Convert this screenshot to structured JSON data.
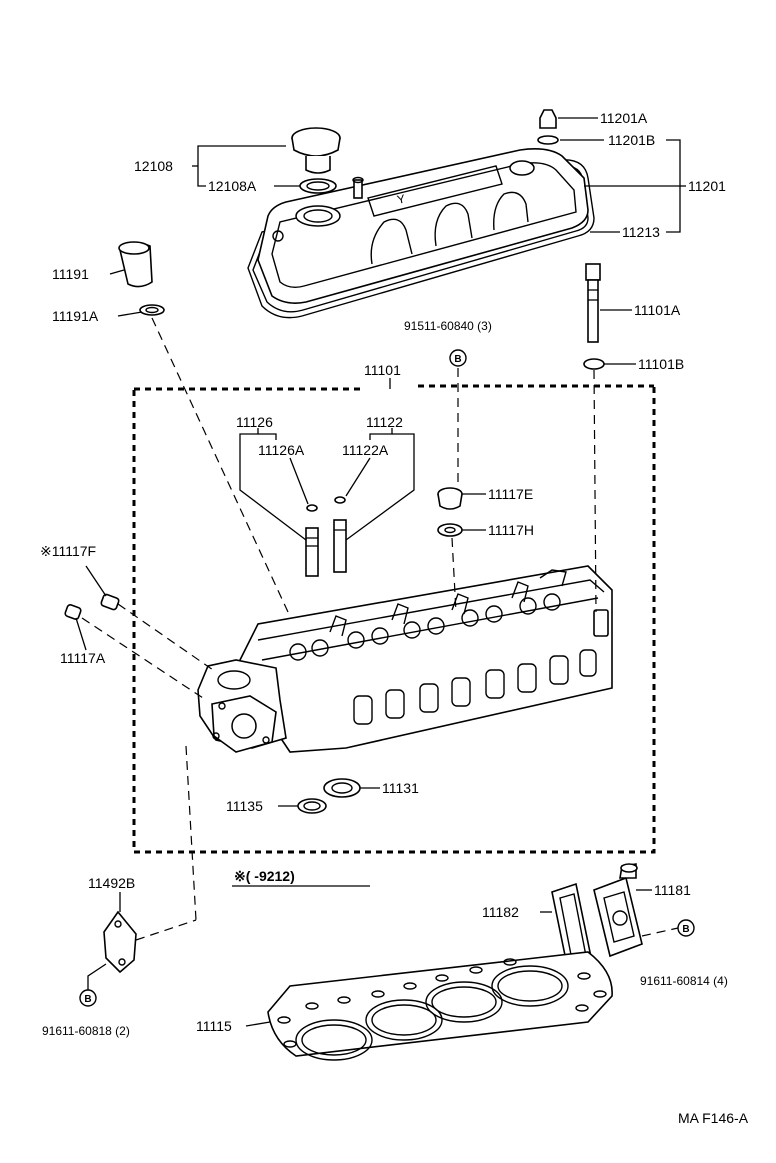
{
  "diagram_code": "MA F146-A",
  "note_text": "※(    -9212)",
  "labels": {
    "p11201A": "11201A",
    "p11201B": "11201B",
    "p11201": "11201",
    "p11213": "11213",
    "p12108": "12108",
    "p12108A": "12108A",
    "p11191": "11191",
    "p11191A": "11191A",
    "p11101A": "11101A",
    "p11101B": "11101B",
    "p9151160840": "91511-60840 (3)",
    "p11101": "11101",
    "p11126": "11126",
    "p11126A": "11126A",
    "p11122": "11122",
    "p11122A": "11122A",
    "p11117E": "11117E",
    "p11117H": "11117H",
    "p11117F": "※11117F",
    "p11117A": "11117A",
    "p11131": "11131",
    "p11135": "11135",
    "p11492B": "11492B",
    "p11181": "11181",
    "p11182": "11182",
    "p9161160814": "91611-60814 (4)",
    "p9161160818": "91611-60818 (2)",
    "p11115": "11115",
    "bolt_marker": "B"
  },
  "icons": {
    "bolt_callout": "circled-letter-b-icon",
    "asterisk": "reference-mark-icon"
  }
}
